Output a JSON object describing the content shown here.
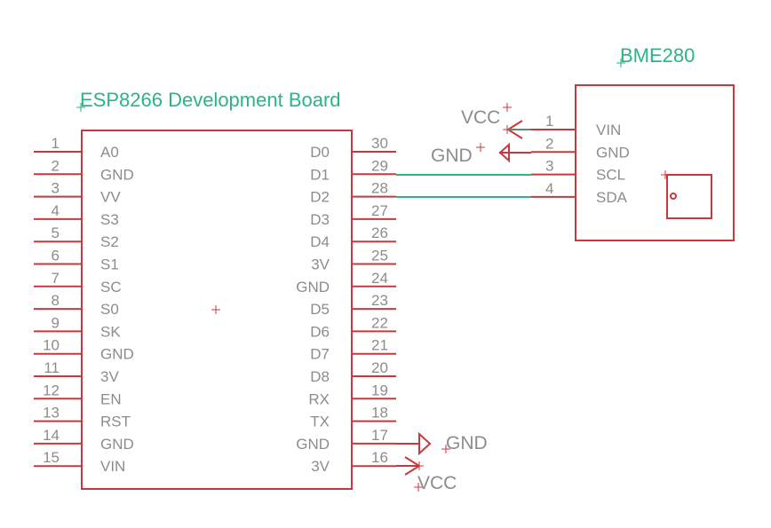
{
  "esp": {
    "title": "ESP8266 Development Board",
    "left_pins": [
      {
        "num": "1",
        "name": "A0"
      },
      {
        "num": "2",
        "name": "GND"
      },
      {
        "num": "3",
        "name": "VV"
      },
      {
        "num": "4",
        "name": "S3"
      },
      {
        "num": "5",
        "name": "S2"
      },
      {
        "num": "6",
        "name": "S1"
      },
      {
        "num": "7",
        "name": "SC"
      },
      {
        "num": "8",
        "name": "S0"
      },
      {
        "num": "9",
        "name": "SK"
      },
      {
        "num": "10",
        "name": "GND"
      },
      {
        "num": "11",
        "name": "3V"
      },
      {
        "num": "12",
        "name": "EN"
      },
      {
        "num": "13",
        "name": "RST"
      },
      {
        "num": "14",
        "name": "GND"
      },
      {
        "num": "15",
        "name": "VIN"
      }
    ],
    "right_pins": [
      {
        "num": "30",
        "name": "D0"
      },
      {
        "num": "29",
        "name": "D1"
      },
      {
        "num": "28",
        "name": "D2"
      },
      {
        "num": "27",
        "name": "D3"
      },
      {
        "num": "26",
        "name": "D4"
      },
      {
        "num": "25",
        "name": "3V"
      },
      {
        "num": "24",
        "name": "GND"
      },
      {
        "num": "23",
        "name": "D5"
      },
      {
        "num": "22",
        "name": "D6"
      },
      {
        "num": "21",
        "name": "D7"
      },
      {
        "num": "20",
        "name": "D8"
      },
      {
        "num": "19",
        "name": "RX"
      },
      {
        "num": "18",
        "name": "TX"
      },
      {
        "num": "17",
        "name": "GND"
      },
      {
        "num": "16",
        "name": "3V"
      }
    ]
  },
  "bme": {
    "title": "BME280",
    "pins": [
      {
        "num": "1",
        "name": "VIN"
      },
      {
        "num": "2",
        "name": "GND"
      },
      {
        "num": "3",
        "name": "SCL"
      },
      {
        "num": "4",
        "name": "SDA"
      }
    ]
  },
  "power": {
    "bme_vcc": "VCC",
    "bme_gnd": "GND",
    "esp_gnd": "GND",
    "esp_vcc": "VCC"
  },
  "colors": {
    "part": "#c8393f",
    "net": "#2bb38a",
    "text": "#8c8c8c",
    "title": "#2bb38a"
  }
}
